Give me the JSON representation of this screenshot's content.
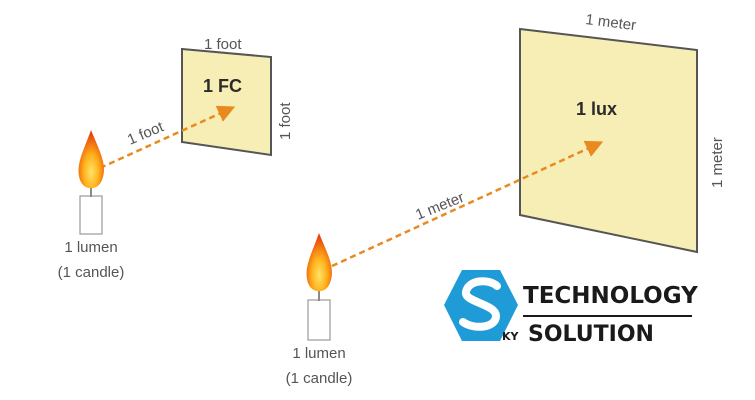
{
  "small_setup": {
    "panel_label": "1 FC",
    "top_label": "1 foot",
    "side_label": "1 foot",
    "distance_label": "1 foot",
    "source_line1": "1 lumen",
    "source_line2": "(1 candle)"
  },
  "large_setup": {
    "panel_label": "1 lux",
    "top_label": "1 meter",
    "side_label": "1 meter",
    "distance_label": "1 meter",
    "source_line1": "1 lumen",
    "source_line2": "(1 candle)"
  },
  "logo": {
    "line1": "TECHNOLOGY",
    "line2": "SOLUTION",
    "small_text": "KY",
    "mark_icon": "s-swirl-logo-icon"
  },
  "colors": {
    "panel_fill": "#f6eeb4",
    "panel_stroke": "#555555",
    "arrow": "#e88a1f",
    "logo_blue": "#1f9bd7",
    "label": "#555555"
  }
}
